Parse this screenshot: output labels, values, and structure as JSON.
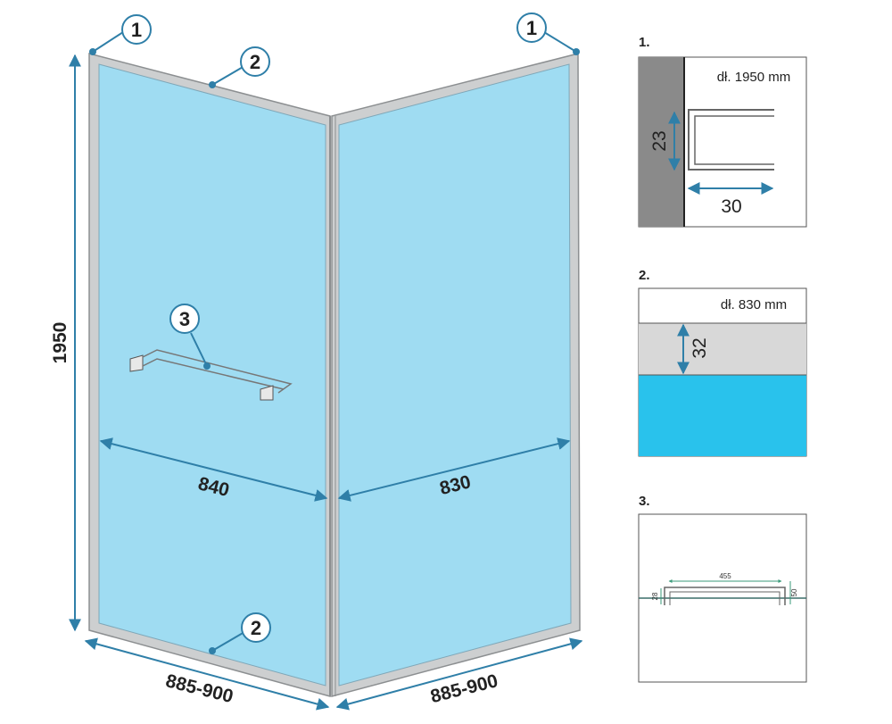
{
  "main_diagram": {
    "height_label": "1950",
    "left_width_label": "840",
    "right_width_label": "830",
    "left_bottom_label": "885-900",
    "right_bottom_label": "885-900",
    "callouts": {
      "top_left": "1",
      "top_right": "1",
      "top_profile": "2",
      "bottom_profile": "2",
      "towel_bar": "3"
    }
  },
  "detail_1": {
    "number": "1.",
    "length_text": "dł. 1950 mm",
    "height_label": "23",
    "width_label": "30"
  },
  "detail_2": {
    "number": "2.",
    "length_text": "dł. 830 mm",
    "height_label": "32"
  },
  "detail_3": {
    "number": "3.",
    "length_label": "455",
    "left_height_label": "28",
    "right_height_label": "50"
  },
  "colors": {
    "glass": "#9fdcf2",
    "frame": "#cdcfd0",
    "dimension_line": "#2f7fa8",
    "wall": "#8a8a8a",
    "detail_glass": "#29c2ec"
  }
}
